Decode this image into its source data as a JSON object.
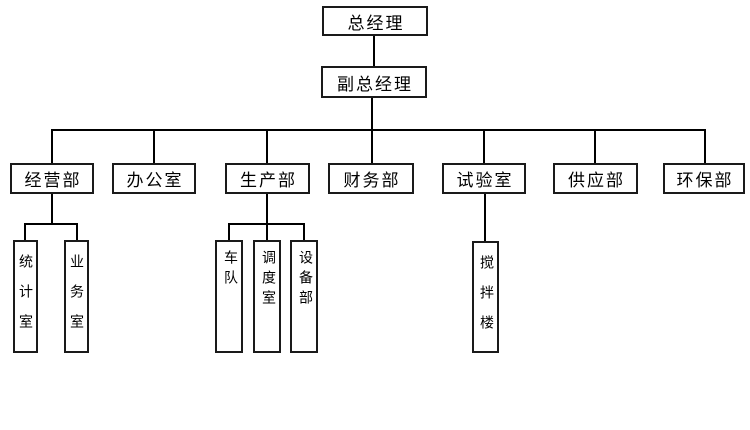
{
  "org_chart": {
    "title_hint": "organization chart",
    "root": {
      "label": "总经理"
    },
    "deputy": {
      "label": "副总经理"
    },
    "departments": [
      {
        "label": "经营部"
      },
      {
        "label": "办公室"
      },
      {
        "label": "生产部"
      },
      {
        "label": "财务部"
      },
      {
        "label": "试验室"
      },
      {
        "label": "供应部"
      },
      {
        "label": "环保部"
      }
    ],
    "sub_units": {
      "operations": [
        "统计室",
        "业务室"
      ],
      "production": [
        "车队",
        "调度室",
        "设备部"
      ],
      "laboratory": [
        "搅拌楼"
      ]
    },
    "colors": {
      "background": "#ffffff",
      "box_border": "#1a1a1a",
      "line": "#000000",
      "text": "#000000"
    }
  }
}
